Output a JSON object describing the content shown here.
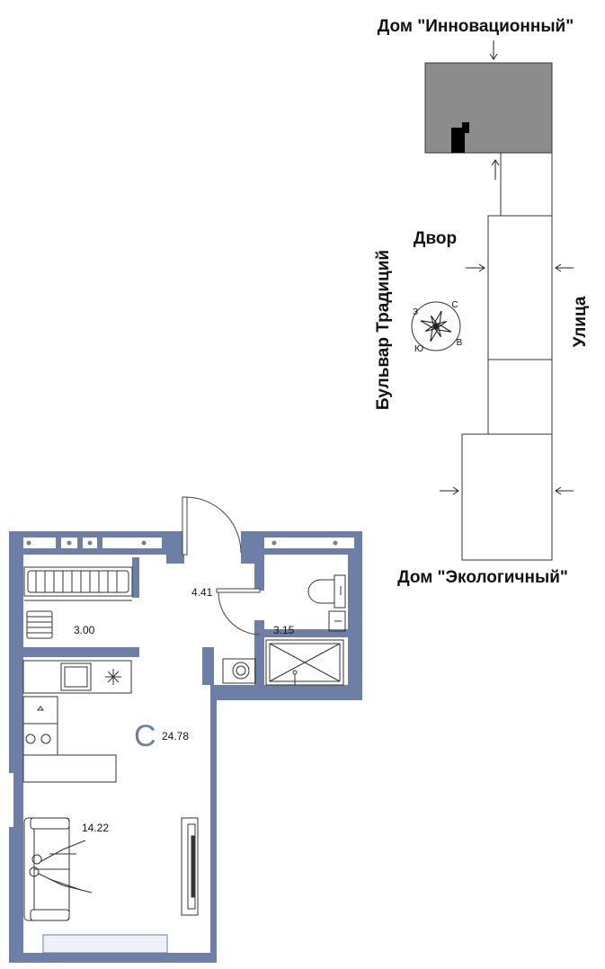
{
  "site_plan": {
    "building_top": "Дом \"Инновационный\"",
    "building_bottom": "Дом \"Экологичный\"",
    "yard": "Двор",
    "boulevard": "Бульвар Традиций",
    "street": "Улица",
    "compass": {
      "n": "С",
      "s": "Ю",
      "w": "З",
      "e": "В"
    },
    "colors": {
      "highlight": "#8c8c8c",
      "outline": "#333333"
    }
  },
  "floor_plan": {
    "colors": {
      "wall": "#6d7fa6",
      "wall_light": "#8a9bbd",
      "furniture": "#333333"
    },
    "room_areas": {
      "hall": "4.41",
      "storage": "3.00",
      "bathroom": "3.15",
      "kitchen": "24.78",
      "living": "14.22"
    },
    "studio_symbol": "C"
  }
}
